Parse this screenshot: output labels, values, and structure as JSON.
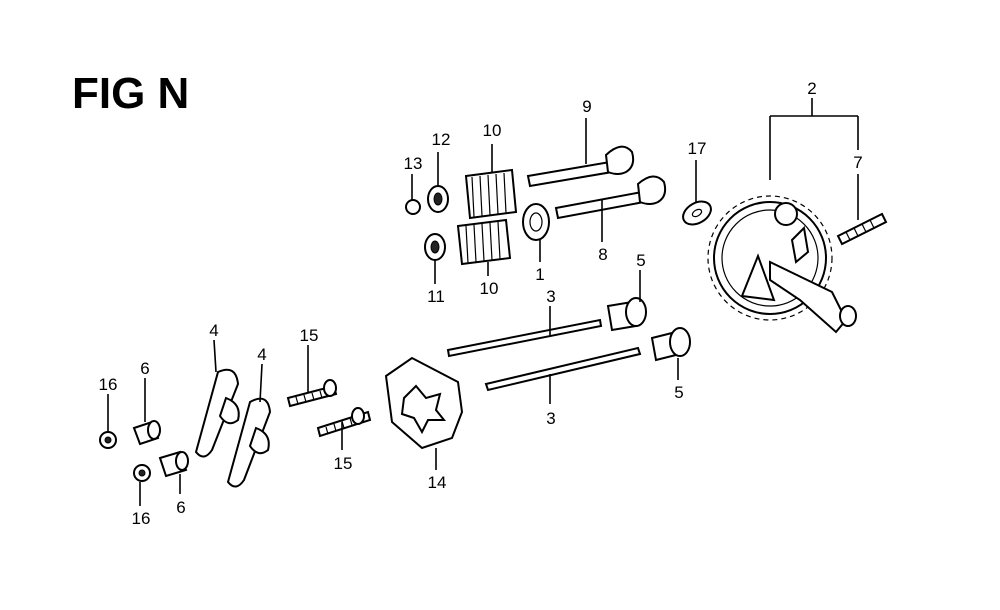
{
  "figure": {
    "title": "FIG N"
  },
  "callouts": {
    "c1": "1",
    "c2": "2",
    "c3a": "3",
    "c3b": "3",
    "c4a": "4",
    "c4b": "4",
    "c5a": "5",
    "c5b": "5",
    "c6a": "6",
    "c6b": "6",
    "c7": "7",
    "c8": "8",
    "c9": "9",
    "c10a": "10",
    "c10b": "10",
    "c11": "11",
    "c12": "12",
    "c13": "13",
    "c14": "14",
    "c15a": "15",
    "c15b": "15",
    "c16a": "16",
    "c16b": "16",
    "c17": "17"
  },
  "colors": {
    "ink": "#000000",
    "paper": "#ffffff"
  }
}
